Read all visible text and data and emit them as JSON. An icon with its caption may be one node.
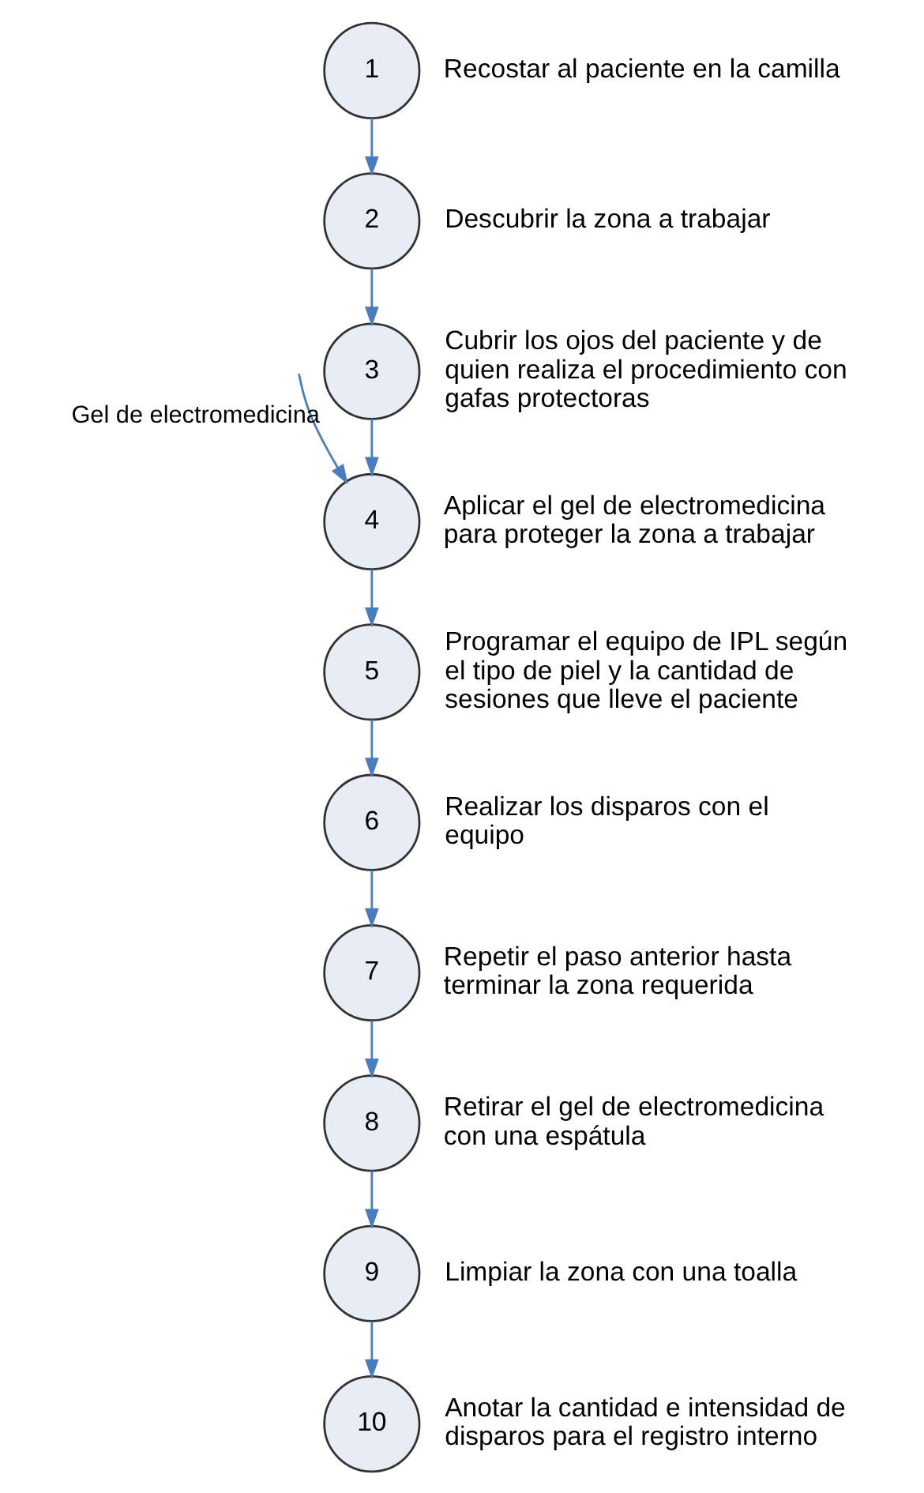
{
  "diagram": {
    "nodes": [
      {
        "text": [
          "1"
        ],
        "beside": [
          "Recostar al paciente en la camilla"
        ]
      },
      {
        "text": [
          "2"
        ],
        "beside": [
          "Descubrir la zona a trabajar"
        ]
      },
      {
        "text": [
          "3"
        ],
        "beside": [
          "Cubrir los ojos del paciente y de quien realiza el procedimiento con gafas protectoras"
        ]
      },
      {
        "text": [
          "4"
        ],
        "beside": [
          "Aplicar el gel de electromedicina para proteger la zona a trabajar"
        ]
      },
      {
        "text": [
          "5"
        ],
        "beside": [
          "Programar el equipo de IPL según el tipo de piel y la cantidad de sesiones que lleve el paciente"
        ]
      },
      {
        "text": [
          "6"
        ],
        "beside": [
          "Realizar los disparos con el equipo"
        ]
      },
      {
        "text": [
          "7"
        ],
        "beside": [
          "Repetir el paso anterior hasta terminar la zona requerida"
        ]
      },
      {
        "text": [
          "8"
        ],
        "beside": [
          "Retirar el gel de electromedicina con una espátula"
        ]
      },
      {
        "text": [
          "9"
        ],
        "beside": [
          "Limpiar la zona con una toalla"
        ]
      },
      {
        "text": [
          "10"
        ],
        "beside": [
          "Anotar la cantidad e intensidad de disparos para el registro interno"
        ]
      }
    ],
    "edges": [
      {
        "from": 0,
        "to": 1,
        "arrow": "to"
      },
      {
        "from": 1,
        "to": 2,
        "arrow": "to"
      },
      {
        "from": 2,
        "to": 3,
        "arrow": "to"
      },
      {
        "from": null,
        "to": 3,
        "arrow": "to",
        "label": "Gel de electromedicina"
      },
      {
        "from": 3,
        "to": 4,
        "arrow": "to"
      },
      {
        "from": 4,
        "to": 5,
        "arrow": "to"
      },
      {
        "from": 5,
        "to": 6,
        "arrow": "to"
      },
      {
        "from": 6,
        "to": 7,
        "arrow": "to"
      },
      {
        "from": 7,
        "to": 8,
        "arrow": "to"
      },
      {
        "from": 8,
        "to": 9,
        "arrow": "to"
      }
    ]
  }
}
